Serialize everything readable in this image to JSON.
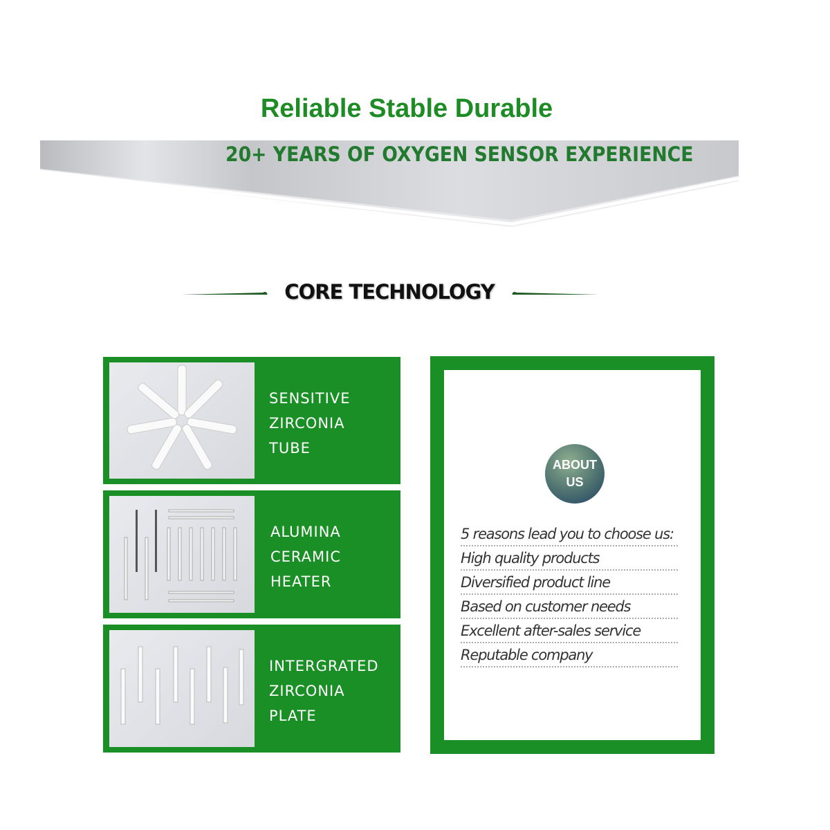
{
  "header": {
    "title": "Reliable Stable Durable",
    "banner_text": "20+ YEARS OF OXYGEN SENSOR EXPERIENCE"
  },
  "core": {
    "heading": "CORE TECHNOLOGY"
  },
  "products": [
    {
      "l1": "SENSITIVE",
      "l2": "ZIRCONIA",
      "l3": "TUBE"
    },
    {
      "l1": "ALUMINA",
      "l2": "CERAMIC",
      "l3": "HEATER"
    },
    {
      "l1": "INTERGRATED",
      "l2": "ZIRCONIA",
      "l3": "PLATE"
    }
  ],
  "about": {
    "badge_l1": "ABOUT",
    "badge_l2": "US",
    "reasons": [
      "5 reasons lead you to choose us:",
      "High quality products",
      "Diversified product line",
      "Based on customer needs",
      "Excellent after-sales service",
      "Reputable company"
    ]
  },
  "colors": {
    "green": "#1a8f25",
    "title_green": "#1e8c24"
  }
}
